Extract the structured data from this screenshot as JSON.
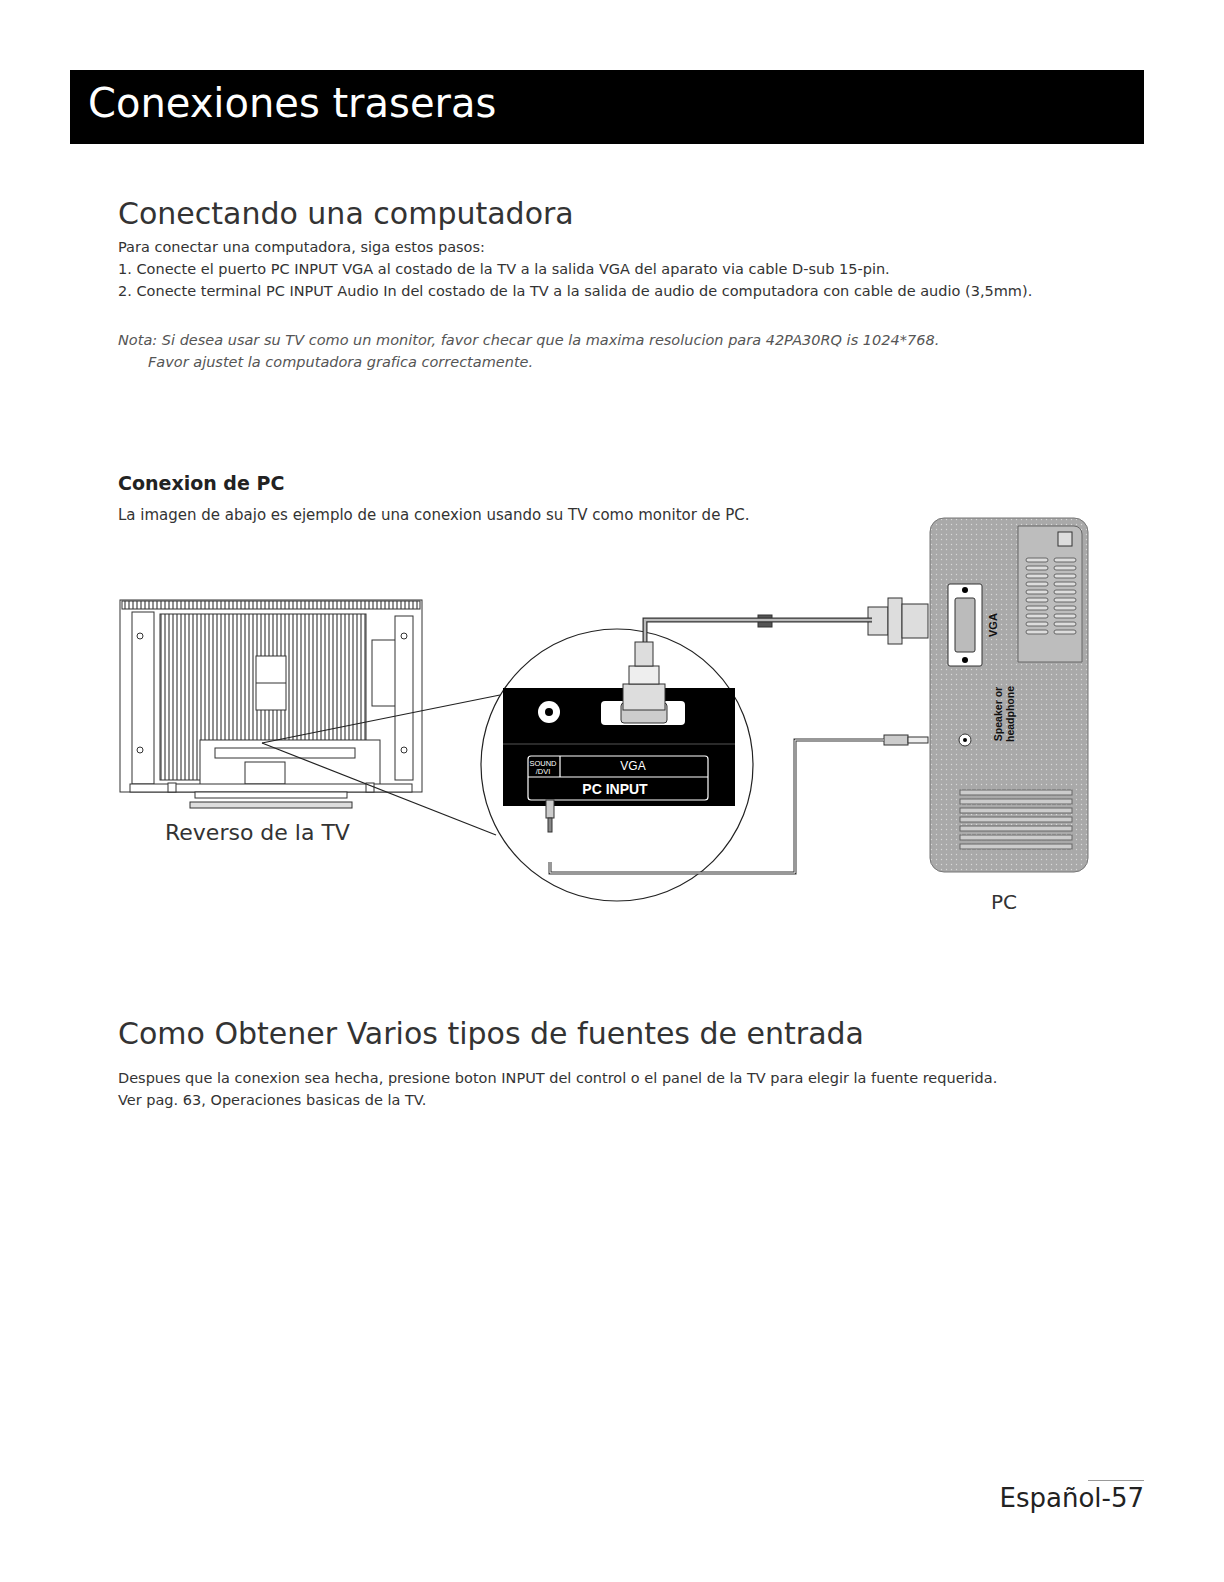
{
  "diagram": {
    "title": "Conexiones traseras",
    "nodes": [
      {
        "text": [
          "SOUND /DVI",
          "VGA",
          "PC INPUT"
        ]
      },
      {
        "text": [
          "VGA",
          "Speaker or headphone"
        ]
      }
    ],
    "edges": [
      {
        "from": 0,
        "to": 1,
        "arrow": "none"
      },
      {
        "from": 0,
        "to": 1,
        "arrow": "none"
      }
    ],
    "labels": [
      "Conectando una computadora",
      "Para conectar una computadora, siga estos pasos:",
      "1. Conecte el puerto PC INPUT VGA al costado de la TV a la salida VGA del aparato via cable D-sub 15-pin.",
      "2. Conecte terminal PC INPUT Audio In del costado de la TV a la salida de audio de computadora con cable de audio (3,5mm).",
      "Nota: Si desea usar su TV como un monitor, favor checar que la maxima resolucion para 42PA30RQ is 1024*768.",
      "Favor ajustet la computadora grafica correctamente.",
      "Conexion de PC",
      "La imagen de abajo es ejemplo de una conexion usando su TV como monitor de PC.",
      "Reverso de la TV",
      "PC",
      "Como Obtener Varios tipos de fuentes de entrada",
      "Despues que la conexion sea hecha, presione boton INPUT del control o el panel de la TV para elegir la fuente requerida.",
      "Ver pag. 63, Operaciones basicas de la TV.",
      "Español-57"
    ]
  }
}
